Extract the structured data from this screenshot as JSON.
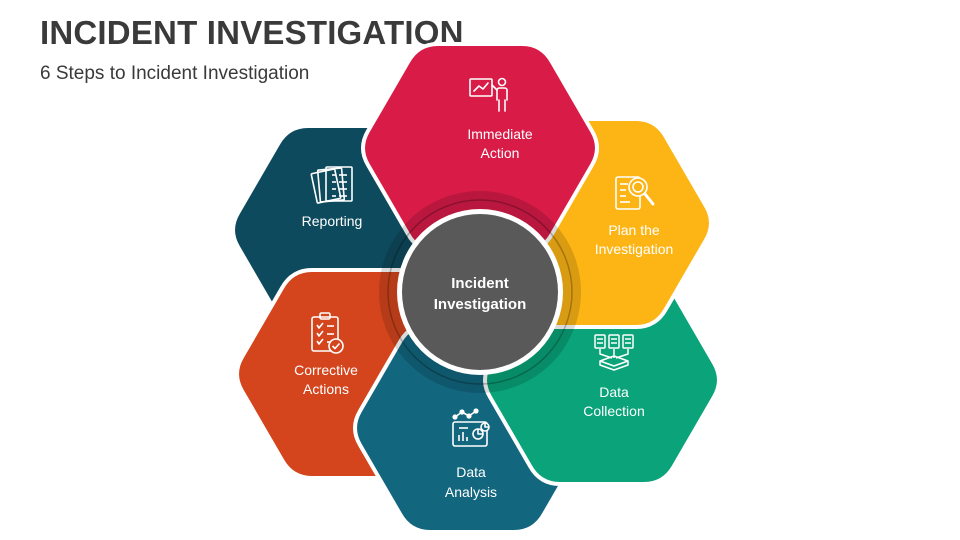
{
  "header": {
    "title": "INCIDENT INVESTIGATION",
    "subtitle": "6 Steps to Incident Investigation"
  },
  "center": {
    "line1": "Incident",
    "line2": "Investigation",
    "color": "#595959"
  },
  "steps": [
    {
      "line1": "Immediate",
      "line2": "Action",
      "color": "#D81B47",
      "icon": "presentation-icon"
    },
    {
      "line1": "Plan the",
      "line2": "Investigation",
      "color": "#FDB515",
      "icon": "document-search-icon"
    },
    {
      "line1": "Data",
      "line2": "Collection",
      "color": "#0AA37A",
      "icon": "data-collection-icon"
    },
    {
      "line1": "Data",
      "line2": "Analysis",
      "color": "#12667E",
      "icon": "analytics-dashboard-icon"
    },
    {
      "line1": "Corrective",
      "line2": "Actions",
      "color": "#D4451D",
      "icon": "checklist-icon"
    },
    {
      "line1": "Reporting",
      "line2": "",
      "color": "#0E4A5D",
      "icon": "report-documents-icon"
    }
  ]
}
